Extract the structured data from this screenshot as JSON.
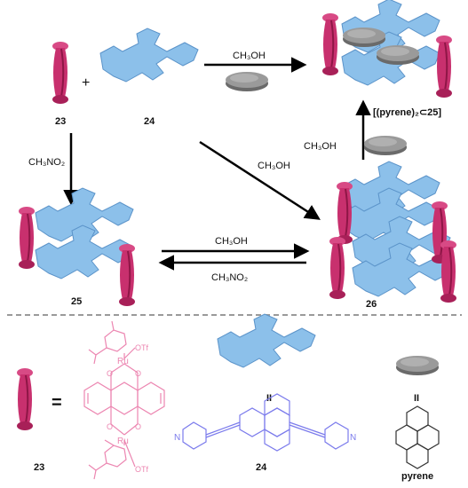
{
  "top": {
    "compound_23": "23",
    "compound_24": "24",
    "plus": "+",
    "reagent_top": "CH₃OH",
    "product_label": "[(pyrene)₂⊂25]"
  },
  "middle": {
    "reagent_left": "CH₃NO₂",
    "reagent_diag": "CH₃OH",
    "reagent_right": "CH₃OH",
    "compound_25": "25",
    "compound_26": "26",
    "eq_top": "CH₃OH",
    "eq_bottom": "CH₃NO₂"
  },
  "legend": {
    "equals": "=",
    "ru_top": "Ru",
    "ru_bottom": "Ru",
    "otf_top": "OTf",
    "otf_bottom": "OTf",
    "o_labels": [
      "O",
      "O",
      "O",
      "O"
    ],
    "n_left": "N",
    "n_right": "N",
    "parallel_1": "II",
    "parallel_2": "II",
    "label_23": "23",
    "label_24": "24",
    "label_pyrene": "pyrene"
  },
  "colors": {
    "pillar": "#c8306e",
    "pillar_dark": "#8e1646",
    "panel": "#8cc0ea",
    "panel_edge": "#5b93c9",
    "pyrene": "#8a8a8a",
    "pink_structure": "#ec86b1",
    "blue_structure": "#7b7bec",
    "separator": "#9a9a9a"
  }
}
